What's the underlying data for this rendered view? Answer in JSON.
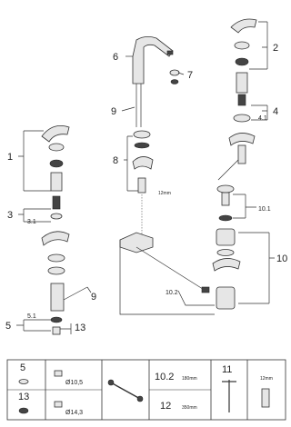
{
  "callouts": {
    "c1": "1",
    "c2": "2",
    "c3": "3",
    "c31": "3.1",
    "c4": "4",
    "c41": "4.1",
    "c5": "5",
    "c51": "5.1",
    "c6": "6",
    "c7": "7",
    "c8": "8",
    "c9_left": "9",
    "c9_center": "9",
    "c10": "10",
    "c101": "10.1",
    "c102": "10.2",
    "c13": "13",
    "dim_12mm": "12mm"
  },
  "table": {
    "cell1_top": "5",
    "cell1_bottom": "13",
    "cell2_top": "Ø10,5",
    "cell2_bottom": "Ø14,3",
    "cell4_top": "10.2",
    "cell4_bottom": "12",
    "cell5_top": "180mm",
    "cell5_bottom": "350mm",
    "cell6_top": "11",
    "cell7_top": "12mm"
  }
}
